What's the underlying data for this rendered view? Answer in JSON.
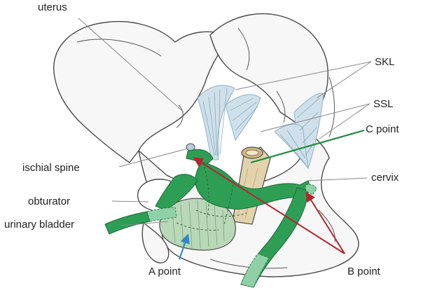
{
  "labels": {
    "uterus": "uterus",
    "skl": "SKL",
    "ssl": "SSL",
    "c_point": "C point",
    "ischial_spine": "ischial spine",
    "cervix": "cervix",
    "obturator": "obturator",
    "urinary_bladder": "urinary bladder",
    "a_point": "A point",
    "b_point": "B point"
  },
  "colors": {
    "bone_outline": "#4a4a4a",
    "bone_fill": "#f7f7f7",
    "ligament": "#8fb2c6",
    "mesh_green": "#2e9e55",
    "mesh_green_light": "#8fd0a6",
    "bladder": "#b8d8b8",
    "cervix_tube": "#e2d3ad",
    "arrow_red": "#b3262d",
    "arrow_blue": "#2f87c4",
    "leader_gray": "#888888",
    "c_point_line": "#1f8a3b"
  }
}
